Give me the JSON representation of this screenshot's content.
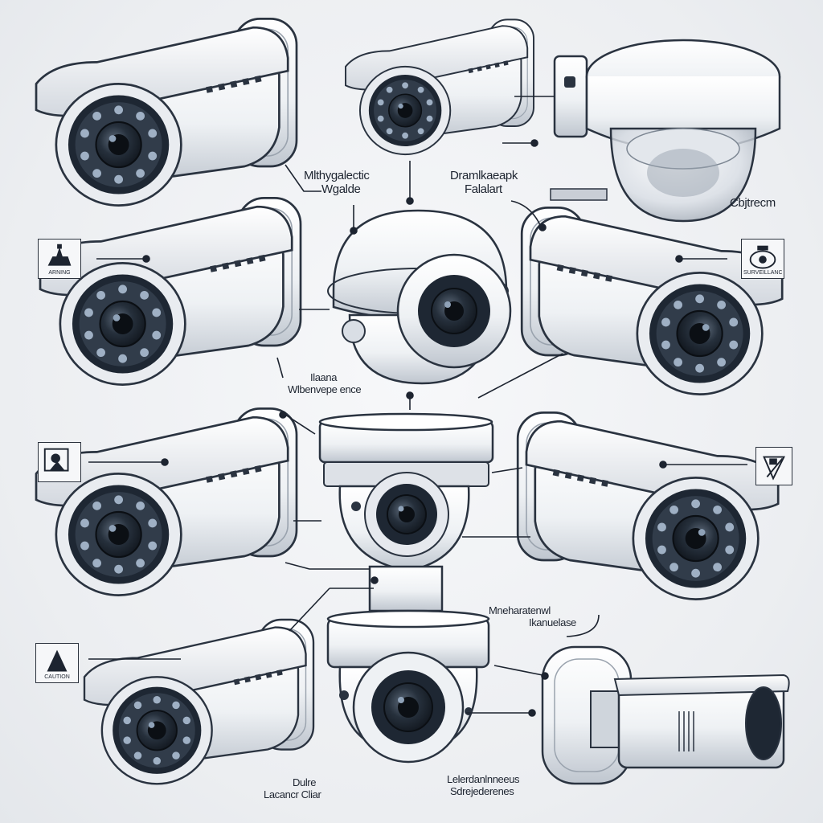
{
  "labels": {
    "top_center_left": {
      "line1": "Mlthygalectic",
      "line2": "Wgalde"
    },
    "top_center_right": {
      "line1": "Dramlkaeapk",
      "line2": "Falalart"
    },
    "top_right": {
      "line1": "Cbjtrecm"
    },
    "middle_center": {
      "line1": "Ilaana",
      "line2": "Wlbenvepe ence"
    },
    "lower_right": {
      "line1": "Mneharatenwl",
      "line2": "Ikanuelase"
    },
    "bottom_left": {
      "line1": "Dulre",
      "line2": "Lacancr Cliar"
    },
    "bottom_right": {
      "line1": "Lelerdanlnneeus",
      "line2": "Sdrejederenes"
    }
  },
  "icon_boxes": [
    {
      "id": "warning-sign",
      "caption": "ARNING"
    },
    {
      "id": "camera-sign",
      "caption": ""
    },
    {
      "id": "surveillance-sign",
      "caption": "SURVEILLANCE"
    },
    {
      "id": "pointer-sign",
      "caption": ""
    },
    {
      "id": "triangle-sign",
      "caption": "CAUTION"
    }
  ],
  "colors": {
    "body": "#f2f4f7",
    "shade": "#c9ced6",
    "dark": "#2a3340",
    "lens": "#1c2430",
    "line": "#2b323d"
  }
}
